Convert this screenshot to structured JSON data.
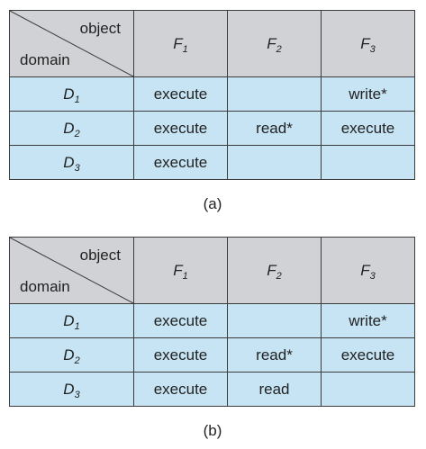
{
  "corner": {
    "column_label": "object",
    "row_label": "domain"
  },
  "columns": [
    {
      "name": "F",
      "sub": "1"
    },
    {
      "name": "F",
      "sub": "2"
    },
    {
      "name": "F",
      "sub": "3"
    }
  ],
  "rows": [
    {
      "name": "D",
      "sub": "1"
    },
    {
      "name": "D",
      "sub": "2"
    },
    {
      "name": "D",
      "sub": "3"
    }
  ],
  "table_a": {
    "caption": "(a)",
    "cells": [
      [
        "execute",
        "",
        "write*"
      ],
      [
        "execute",
        "read*",
        "execute"
      ],
      [
        "execute",
        "",
        ""
      ]
    ]
  },
  "table_b": {
    "caption": "(b)",
    "cells": [
      [
        "execute",
        "",
        "write*"
      ],
      [
        "execute",
        "read*",
        "execute"
      ],
      [
        "execute",
        "read",
        ""
      ]
    ]
  }
}
